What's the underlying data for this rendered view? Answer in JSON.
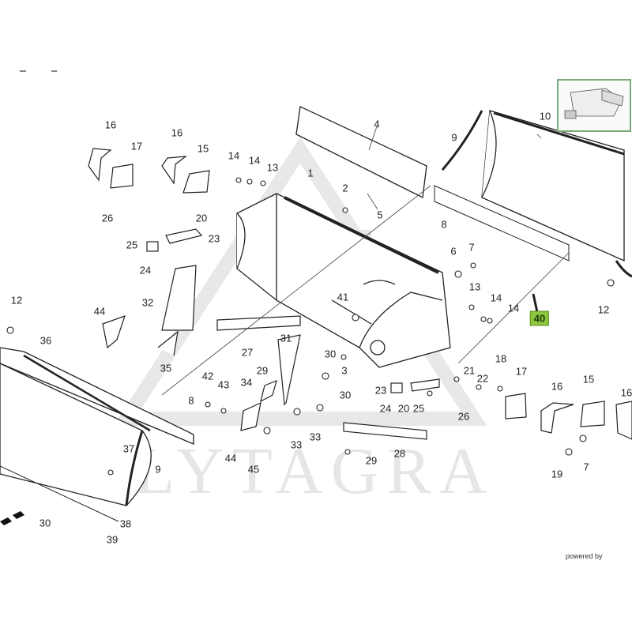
{
  "watermark": {
    "text": "LYTAGRA"
  },
  "footer": {
    "powered_by": "powered by"
  },
  "highlight_color": "#8cc63f",
  "callouts": [
    {
      "id": "c16a",
      "text": "16"
    },
    {
      "id": "c17a",
      "text": "17"
    },
    {
      "id": "c16b",
      "text": "16"
    },
    {
      "id": "c15a",
      "text": "15"
    },
    {
      "id": "c14a",
      "text": "14"
    },
    {
      "id": "c14b",
      "text": "14"
    },
    {
      "id": "c13a",
      "text": "13"
    },
    {
      "id": "c4",
      "text": "4"
    },
    {
      "id": "c9a",
      "text": "9"
    },
    {
      "id": "c10",
      "text": "10"
    },
    {
      "id": "c1",
      "text": "1"
    },
    {
      "id": "c2",
      "text": "2"
    },
    {
      "id": "c5",
      "text": "5"
    },
    {
      "id": "c8a",
      "text": "8"
    },
    {
      "id": "c26a",
      "text": "26"
    },
    {
      "id": "c20a",
      "text": "20"
    },
    {
      "id": "c25a",
      "text": "25"
    },
    {
      "id": "c23a",
      "text": "23"
    },
    {
      "id": "c24a",
      "text": "24"
    },
    {
      "id": "c6",
      "text": "6"
    },
    {
      "id": "c7a",
      "text": "7"
    },
    {
      "id": "c13b",
      "text": "13"
    },
    {
      "id": "c14c",
      "text": "14"
    },
    {
      "id": "c14d",
      "text": "14"
    },
    {
      "id": "c40",
      "text": "40",
      "highlight": true
    },
    {
      "id": "c12a",
      "text": "12"
    },
    {
      "id": "c12b",
      "text": "12"
    },
    {
      "id": "c32",
      "text": "32"
    },
    {
      "id": "c41",
      "text": "41"
    },
    {
      "id": "c44a",
      "text": "44"
    },
    {
      "id": "c36",
      "text": "36"
    },
    {
      "id": "c27",
      "text": "27"
    },
    {
      "id": "c31",
      "text": "31"
    },
    {
      "id": "c35",
      "text": "35"
    },
    {
      "id": "c30a",
      "text": "30"
    },
    {
      "id": "c3",
      "text": "3"
    },
    {
      "id": "c29a",
      "text": "29"
    },
    {
      "id": "c42",
      "text": "42"
    },
    {
      "id": "c43",
      "text": "43"
    },
    {
      "id": "c34",
      "text": "34"
    },
    {
      "id": "c30b",
      "text": "30"
    },
    {
      "id": "c23b",
      "text": "23"
    },
    {
      "id": "c21",
      "text": "21"
    },
    {
      "id": "c22",
      "text": "22"
    },
    {
      "id": "c18",
      "text": "18"
    },
    {
      "id": "c17b",
      "text": "17"
    },
    {
      "id": "c16c",
      "text": "16"
    },
    {
      "id": "c15b",
      "text": "15"
    },
    {
      "id": "c16d",
      "text": "16"
    },
    {
      "id": "c8b",
      "text": "8"
    },
    {
      "id": "c24b",
      "text": "24"
    },
    {
      "id": "c20b",
      "text": "20"
    },
    {
      "id": "c25b",
      "text": "25"
    },
    {
      "id": "c26b",
      "text": "26"
    },
    {
      "id": "c33a",
      "text": "33"
    },
    {
      "id": "c33b",
      "text": "33"
    },
    {
      "id": "c37",
      "text": "37"
    },
    {
      "id": "c9b",
      "text": "9"
    },
    {
      "id": "c44b",
      "text": "44"
    },
    {
      "id": "c45",
      "text": "45"
    },
    {
      "id": "c28",
      "text": "28"
    },
    {
      "id": "c19",
      "text": "19"
    },
    {
      "id": "c7b",
      "text": "7"
    },
    {
      "id": "c29b",
      "text": "29"
    },
    {
      "id": "c30c",
      "text": "30"
    },
    {
      "id": "c38",
      "text": "38"
    },
    {
      "id": "c39",
      "text": "39"
    }
  ]
}
